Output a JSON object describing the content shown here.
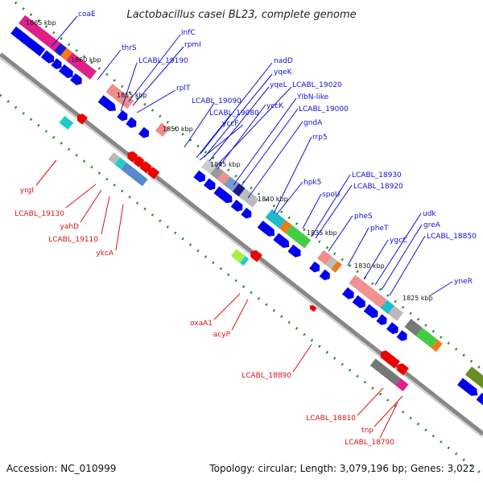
{
  "title": "Lactobacillus casei BL23, complete genome",
  "footer": {
    "accession": "Accession: NC_010999",
    "topology": "Topology: circular; Length: 3,079,196 bp; Genes: 3,022"
  },
  "kbp_marks": [
    "1865 kbp",
    "1860 kbp",
    "1855 kbp",
    "1850 kbp",
    "1845 kbp",
    "1840 kbp",
    "1835 kbp",
    "1830 kbp",
    "1825 kbp"
  ],
  "labels_top": [
    "coaE",
    "thrS",
    "infC",
    "rpmI",
    "LCABL_19190",
    "rplT",
    "nadD",
    "yqeK",
    "yqeL",
    "LCABL_19020",
    "LCABL_19090",
    "LCABL_19080",
    "yccF",
    "yccK",
    "YlbN-like",
    "LCABL_19000",
    "gndA",
    "rrp5",
    "hpk5",
    "spoU",
    "LCABL_18930",
    "LCABL_18920",
    "pheS",
    "pheT",
    "ygcC",
    "udk",
    "greA",
    "LCABL_18850",
    "yneR"
  ],
  "labels_bottom": [
    "yrgI",
    "LCABL_19130",
    "yahD",
    "LCABL_19110",
    "ykcA",
    "oxaA1",
    "acyP",
    "LCABL_18890",
    "LCABL_18810",
    "tnp",
    "LCABL_18790"
  ],
  "colors": {
    "backbone": "#888888",
    "forward_gene": "#0000ee",
    "reverse_gene": "#ee0000",
    "tick_green": "#228b22",
    "label_blue": "#1010cc",
    "label_red": "#dd1010"
  }
}
